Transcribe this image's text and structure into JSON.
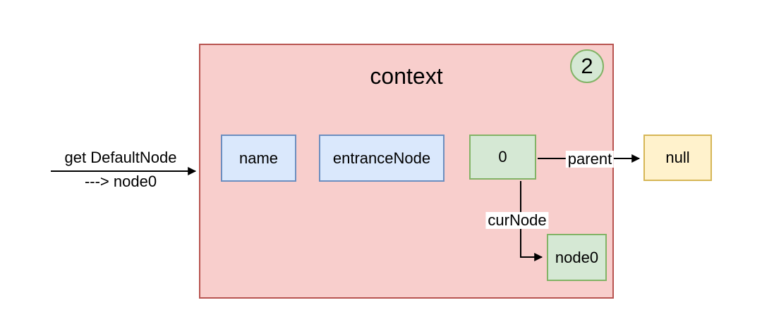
{
  "colors": {
    "context_fill": "#f8cecc",
    "context_stroke": "#b85450",
    "field_fill": "#dae8fc",
    "field_stroke": "#6c8ebf",
    "green_fill": "#d5e8d4",
    "green_stroke": "#82b366",
    "null_fill": "#fff2cc",
    "null_stroke": "#d6b656",
    "arrow_color": "#000000",
    "text_color": "#000000",
    "label_bg": "#ffffff"
  },
  "incoming_arrow": {
    "line1": "get DefaultNode",
    "line2": "---> node0"
  },
  "context": {
    "title": "context",
    "badge": "2"
  },
  "fields": [
    {
      "label": "name"
    },
    {
      "label": "entranceNode"
    }
  ],
  "zero_box": {
    "label": "0"
  },
  "edges": {
    "parent": "parent",
    "curnode": "curNode"
  },
  "null_box": {
    "label": "null"
  },
  "node0_box": {
    "label": "node0"
  }
}
